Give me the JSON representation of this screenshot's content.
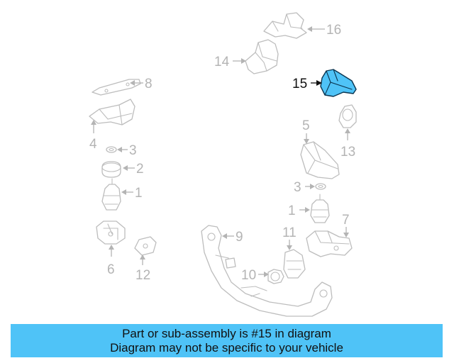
{
  "callouts": [
    {
      "id": "16",
      "label": "16",
      "highlighted": false
    },
    {
      "id": "14",
      "label": "14",
      "highlighted": false
    },
    {
      "id": "15",
      "label": "15",
      "highlighted": true
    },
    {
      "id": "8",
      "label": "8",
      "highlighted": false
    },
    {
      "id": "4",
      "label": "4",
      "highlighted": false
    },
    {
      "id": "3a",
      "label": "3",
      "highlighted": false
    },
    {
      "id": "2",
      "label": "2",
      "highlighted": false
    },
    {
      "id": "1a",
      "label": "1",
      "highlighted": false
    },
    {
      "id": "6",
      "label": "6",
      "highlighted": false
    },
    {
      "id": "12",
      "label": "12",
      "highlighted": false
    },
    {
      "id": "9",
      "label": "9",
      "highlighted": false
    },
    {
      "id": "10",
      "label": "10",
      "highlighted": false
    },
    {
      "id": "11",
      "label": "11",
      "highlighted": false
    },
    {
      "id": "5",
      "label": "5",
      "highlighted": false
    },
    {
      "id": "13",
      "label": "13",
      "highlighted": false
    },
    {
      "id": "3b",
      "label": "3",
      "highlighted": false
    },
    {
      "id": "1b",
      "label": "1",
      "highlighted": false
    },
    {
      "id": "7",
      "label": "7",
      "highlighted": false
    }
  ],
  "colors": {
    "highlight": "#4fc3f7",
    "highlight_outline": "#0b3550",
    "part_line": "#bdbdbd",
    "label_gray": "#b4b4b4"
  },
  "banner": {
    "line1": "Part or sub-assembly is #15 in diagram",
    "line2": "Diagram may not be specific to your vehicle"
  }
}
